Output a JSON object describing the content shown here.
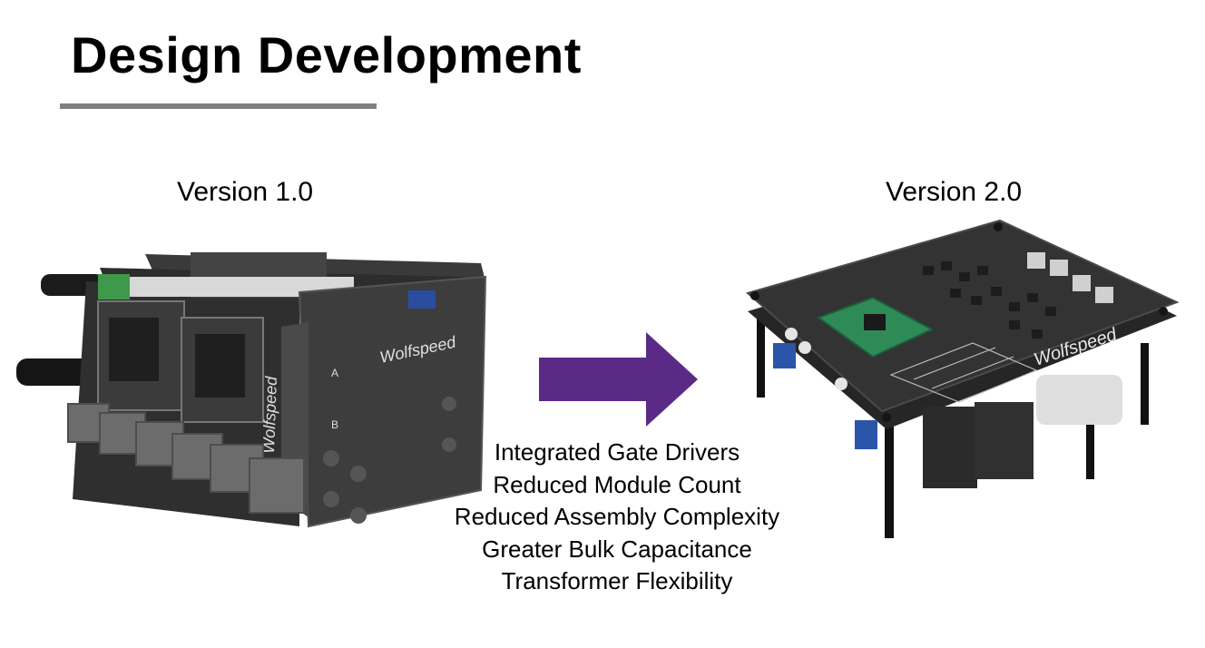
{
  "slide": {
    "title": "Design Development",
    "accent_color": "#5b2a86",
    "rule_color": "#808080"
  },
  "versions": [
    {
      "label": "Version 1.0",
      "brand_marking": "Wolfspeed"
    },
    {
      "label": "Version 2.0",
      "brand_marking": "Wolfspeed"
    }
  ],
  "features": [
    "Integrated Gate Drivers",
    "Reduced Module Count",
    "Reduced Assembly Complexity",
    "Greater Bulk Capacitance",
    "Transformer Flexibility"
  ]
}
